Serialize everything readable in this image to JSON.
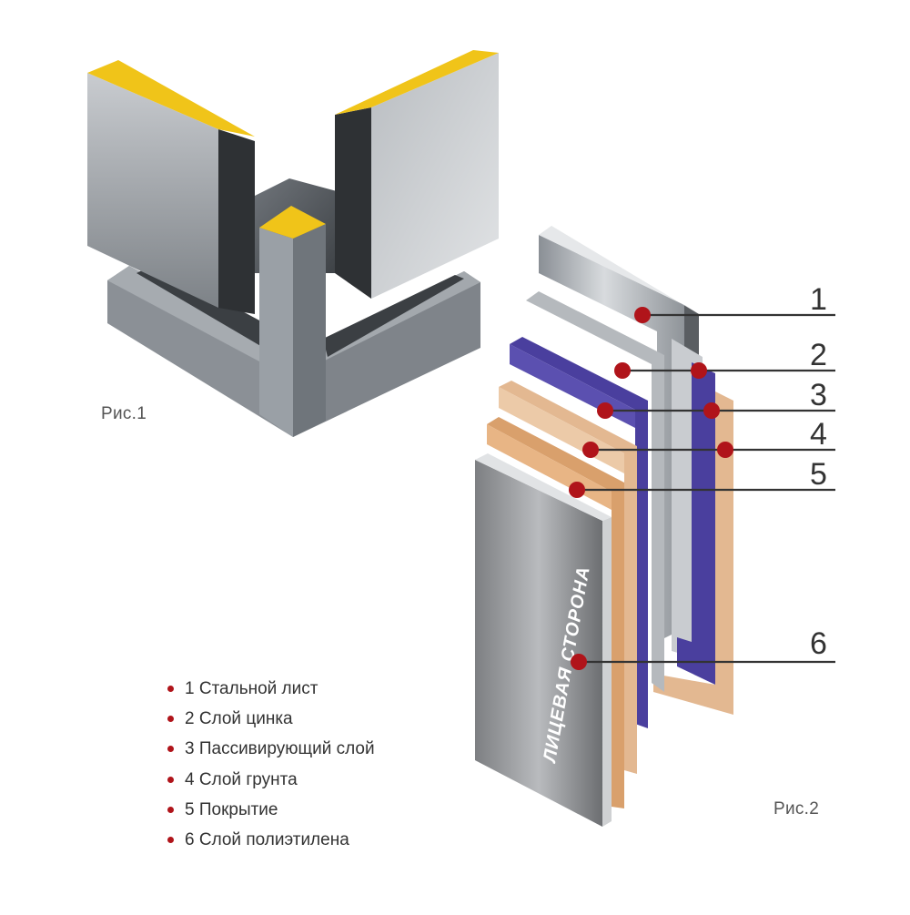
{
  "figure1": {
    "caption": "Рис.1"
  },
  "figure2": {
    "caption": "Рис.2",
    "face_label": "ЛИЦЕВАЯ СТОРОНА",
    "callout_numbers": [
      "1",
      "2",
      "3",
      "4",
      "5",
      "6"
    ]
  },
  "legend": {
    "items": [
      "1 Стальной лист",
      "2 Слой цинка",
      "3 Пассивирующий слой",
      "4 Слой грунта",
      "5 Покрытие",
      "6 Слой полиэтилена"
    ]
  },
  "colors": {
    "insulation": "#f0c419",
    "steel": "#9ea3a8",
    "passivating_layer": "#4a3f9e",
    "primer": "#e3b891",
    "coating": "#d9a06c",
    "marker": "#b0141a"
  }
}
